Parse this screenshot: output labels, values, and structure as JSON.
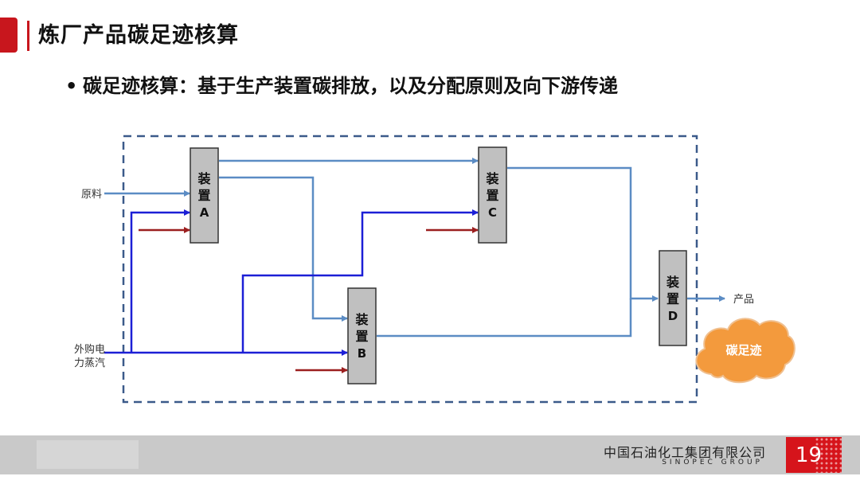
{
  "header": {
    "title": "炼厂产品碳足迹核算"
  },
  "bullet": {
    "dot": "•",
    "text": "碳足迹核算：基于生产装置碳排放，以及分配原则及向下游传递"
  },
  "diagram": {
    "inputs": {
      "raw_material": "原料",
      "purchased_line1": "外购电",
      "purchased_line2": "力蒸汽"
    },
    "units": [
      {
        "id": "A",
        "line1": "装",
        "line2": "置",
        "line3": "A"
      },
      {
        "id": "B",
        "line1": "装",
        "line2": "置",
        "line3": "B"
      },
      {
        "id": "C",
        "line1": "装",
        "line2": "置",
        "line3": "C"
      },
      {
        "id": "D",
        "line1": "装",
        "line2": "置",
        "line3": "D"
      }
    ],
    "output_label": "产品",
    "cloud_label": "碳足迹",
    "colors": {
      "material_flow": "#5b8cc4",
      "energy_flow": "#1c1fd6",
      "emission_arrow": "#9b1f1f",
      "unit_fill": "#c0c0c0",
      "boundary": "#3b5a8a",
      "cloud": "#f39a3d"
    }
  },
  "footer": {
    "company_cn": "中国石油化工集团有限公司",
    "company_en": "SINOPEC GROUP",
    "page_number": "19"
  }
}
